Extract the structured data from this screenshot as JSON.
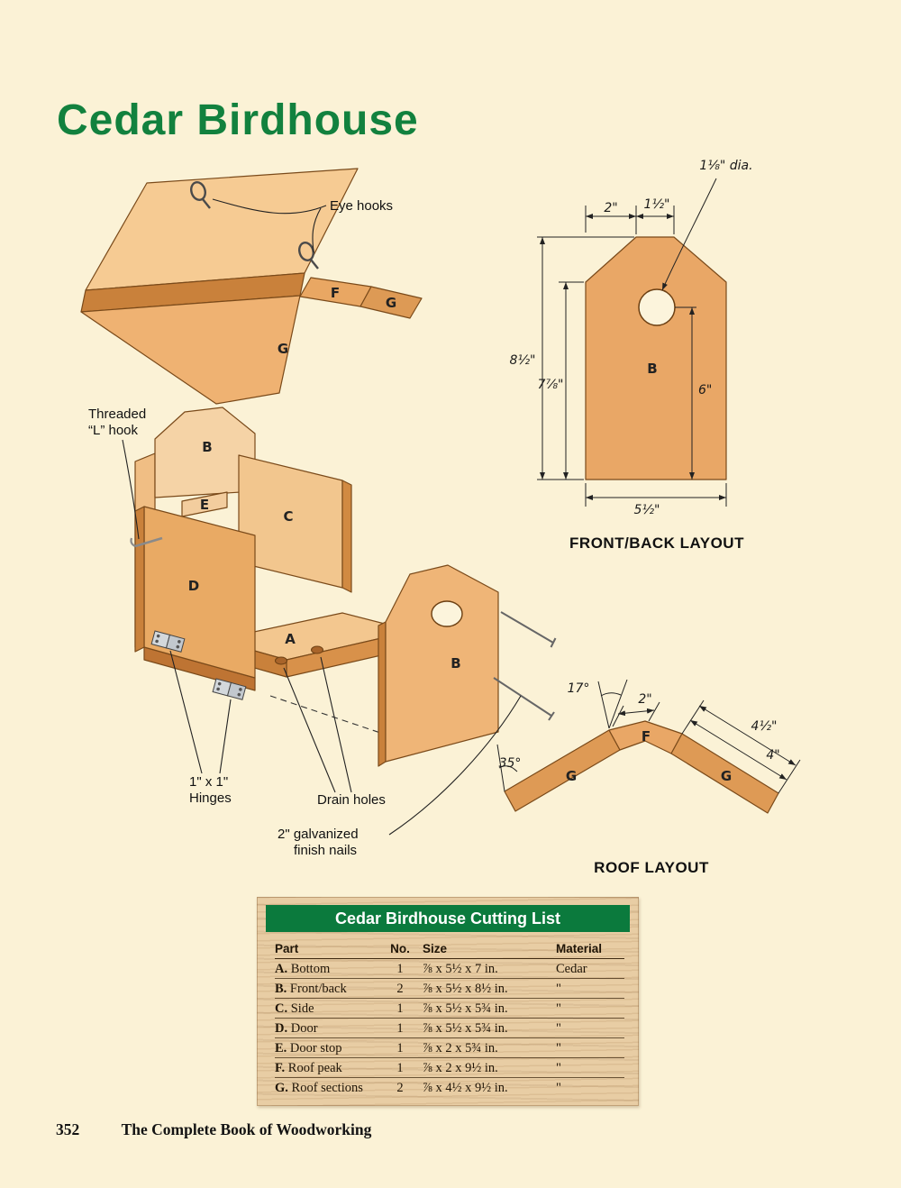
{
  "page": {
    "title": "Cedar Birdhouse",
    "page_number": "352",
    "book_title": "The Complete Book of Woodworking"
  },
  "colors": {
    "background": "#FBF2D6",
    "title_green": "#12813E",
    "table_header_green": "#0B7A3D",
    "wood_light": "#F6CB93",
    "wood_medium": "#EFB272",
    "wood_dark": "#C9813B"
  },
  "roof_iso": {
    "eye_hooks_label": "Eye hooks",
    "part_f": "F",
    "part_g_right": "G",
    "part_g_front": "G"
  },
  "exploded": {
    "part_b_back": "B",
    "part_e": "E",
    "part_c": "C",
    "part_d": "D",
    "part_a": "A",
    "part_b_front": "B",
    "threaded_line1": "Threaded",
    "threaded_line2": "“L” hook",
    "hinges_line1": "1\" x 1\"",
    "hinges_line2": "Hinges",
    "drain_label": "Drain holes",
    "nails_line1": "2\" galvanized",
    "nails_line2": "finish nails"
  },
  "front_back": {
    "caption": "FRONT/BACK LAYOUT",
    "part_b": "B",
    "dim_2": "2\"",
    "dim_1_5": "1½\"",
    "dim_hole": "1⅛\" dia.",
    "dim_8_5": "8½\"",
    "dim_7_875": "7⅞\"",
    "dim_6": "6\"",
    "dim_5_5": "5½\""
  },
  "roof_layout": {
    "caption": "ROOF LAYOUT",
    "part_f": "F",
    "part_g_left": "G",
    "part_g_right": "G",
    "dim_17": "17°",
    "dim_2": "2\"",
    "dim_4_5": "4½\"",
    "dim_4": "4\"",
    "dim_35": "35°"
  },
  "cutting_list": {
    "title": "Cedar Birdhouse Cutting List",
    "headers": {
      "part": "Part",
      "no": "No.",
      "size": "Size",
      "material": "Material"
    },
    "rows": [
      {
        "letter": "A.",
        "name": "Bottom",
        "no": "1",
        "size": "⅞ x 5½ x 7 in.",
        "material": "Cedar"
      },
      {
        "letter": "B.",
        "name": "Front/back",
        "no": "2",
        "size": "⅞ x 5½ x 8½ in.",
        "material": "\""
      },
      {
        "letter": "C.",
        "name": "Side",
        "no": "1",
        "size": "⅞ x 5½ x 5¾ in.",
        "material": "\""
      },
      {
        "letter": "D.",
        "name": "Door",
        "no": "1",
        "size": "⅞ x 5½ x 5¾ in.",
        "material": "\""
      },
      {
        "letter": "E.",
        "name": "Door stop",
        "no": "1",
        "size": "⅞ x 2 x 5¾ in.",
        "material": "\""
      },
      {
        "letter": "F.",
        "name": "Roof peak",
        "no": "1",
        "size": "⅞ x 2 x 9½ in.",
        "material": "\""
      },
      {
        "letter": "G.",
        "name": "Roof sections",
        "no": "2",
        "size": "⅞ x 4½ x 9½ in.",
        "material": "\""
      }
    ]
  }
}
